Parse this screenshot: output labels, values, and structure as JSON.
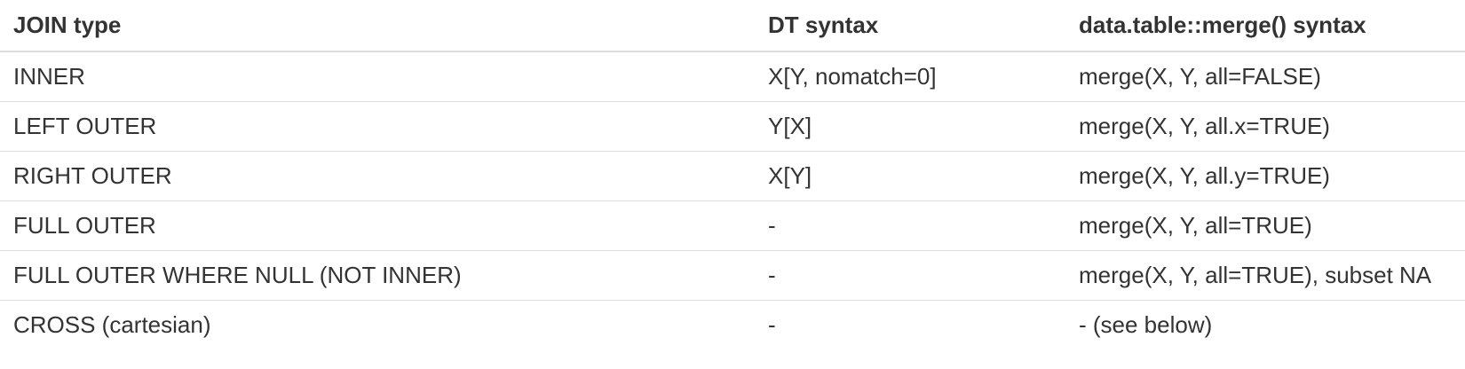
{
  "table": {
    "headers": [
      "JOIN type",
      "DT syntax",
      "data.table::merge() syntax"
    ],
    "rows": [
      [
        "INNER",
        "X[Y, nomatch=0]",
        "merge(X, Y, all=FALSE)"
      ],
      [
        "LEFT OUTER",
        "Y[X]",
        "merge(X, Y, all.x=TRUE)"
      ],
      [
        "RIGHT OUTER",
        "X[Y]",
        "merge(X, Y, all.y=TRUE)"
      ],
      [
        "FULL OUTER",
        "-",
        "merge(X, Y, all=TRUE)"
      ],
      [
        "FULL OUTER WHERE NULL (NOT INNER)",
        "-",
        "merge(X, Y, all=TRUE), subset NA"
      ],
      [
        "CROSS (cartesian)",
        "-",
        "- (see below)"
      ]
    ]
  }
}
